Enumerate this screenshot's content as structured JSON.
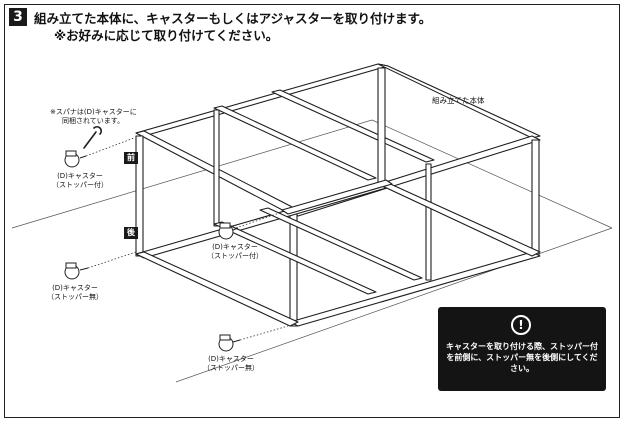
{
  "step": {
    "number": "3",
    "title_line1": "組み立てた本体に、キャスターもしくはアジャスターを取り付けます。",
    "title_line2": "※お好みに応じて取り付けてください。"
  },
  "labels": {
    "assembled_body": "組み立てた本体",
    "wrench_note_1": "※スパナは(D)キャスターに",
    "wrench_note_2": "同梱されています。",
    "front": "前",
    "back": "後"
  },
  "casters": [
    {
      "name": "(D)キャスター",
      "type": "（ストッパー付）"
    },
    {
      "name": "(D)キャスター",
      "type": "（ストッパー付）"
    },
    {
      "name": "(D)キャスター",
      "type": "（ストッパー無）"
    },
    {
      "name": "(D)キャスター",
      "type": "（ストッパー無）"
    }
  ],
  "notice": {
    "icon": "exclamation-icon",
    "symbol": "!",
    "text": "キャスターを取り付ける際、ストッパー付を前側に、ストッパー無を後側にしてください。"
  },
  "colors": {
    "badge": "#1a1a1a",
    "notice_bg": "#141414",
    "line": "#222222"
  }
}
